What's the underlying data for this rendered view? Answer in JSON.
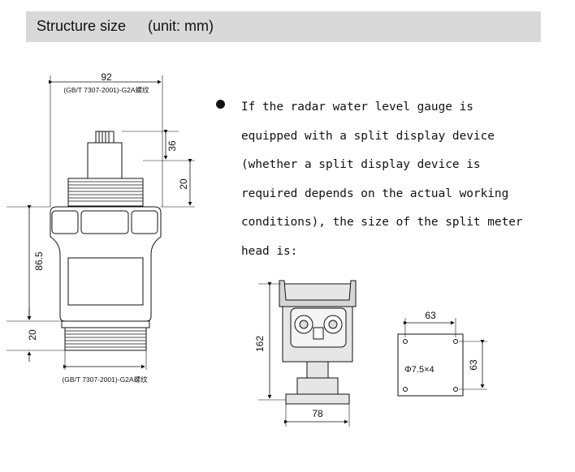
{
  "header": {
    "title": "Structure size",
    "unit": "(unit:  mm)"
  },
  "note": {
    "lines": [
      "If the radar water level gauge is",
      "equipped with a split display device",
      "(whether a split display device is",
      "required depends on the actual working",
      "conditions), the size of the split meter",
      "head is:"
    ]
  },
  "gauge_drawing": {
    "width_label": "92",
    "thread_top_label": "(GB/T 7307-2001)-G2A螺纹",
    "thread_bottom_label": "(GB/T 7307-2001)-G2A螺纹",
    "dim_36": "36",
    "dim_20_top": "20",
    "dim_86_5": "86.5",
    "dim_20_bottom": "20"
  },
  "split_head_drawing": {
    "height_label": "162",
    "width_label": "78"
  },
  "mount_plate_drawing": {
    "width_label": "63",
    "height_label": "63",
    "hole_label": "Φ7.5×4"
  },
  "colors": {
    "header_bg": "#d9d9d9",
    "line": "#111111",
    "fill_gray": "#e6e6e6"
  }
}
